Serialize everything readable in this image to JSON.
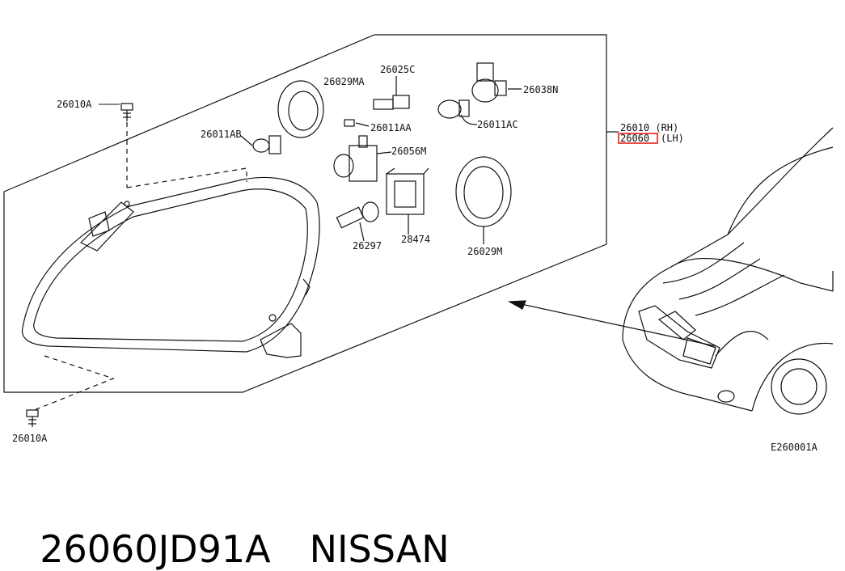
{
  "diagram": {
    "parts": [
      {
        "id": "26010A_top",
        "label": "26010A"
      },
      {
        "id": "26011AB",
        "label": "26011AB"
      },
      {
        "id": "26029MA",
        "label": "26029MA"
      },
      {
        "id": "26025C",
        "label": "26025C"
      },
      {
        "id": "26038N",
        "label": "26038N"
      },
      {
        "id": "26011AA",
        "label": "26011AA"
      },
      {
        "id": "26011AC",
        "label": "26011AC"
      },
      {
        "id": "26056M",
        "label": "26056M"
      },
      {
        "id": "26297",
        "label": "26297"
      },
      {
        "id": "28474",
        "label": "28474"
      },
      {
        "id": "26029M",
        "label": "26029M"
      },
      {
        "id": "26010A_bottom",
        "label": "26010A"
      }
    ],
    "assembly": {
      "rh_label": "26010 (RH)",
      "lh_part": "26060",
      "lh_suffix": "(LH)",
      "highlight_color": "#e0201c"
    },
    "drawing_code": "E260001A"
  },
  "footer": {
    "part_number": "26060JD91A",
    "brand": "NISSAN"
  }
}
